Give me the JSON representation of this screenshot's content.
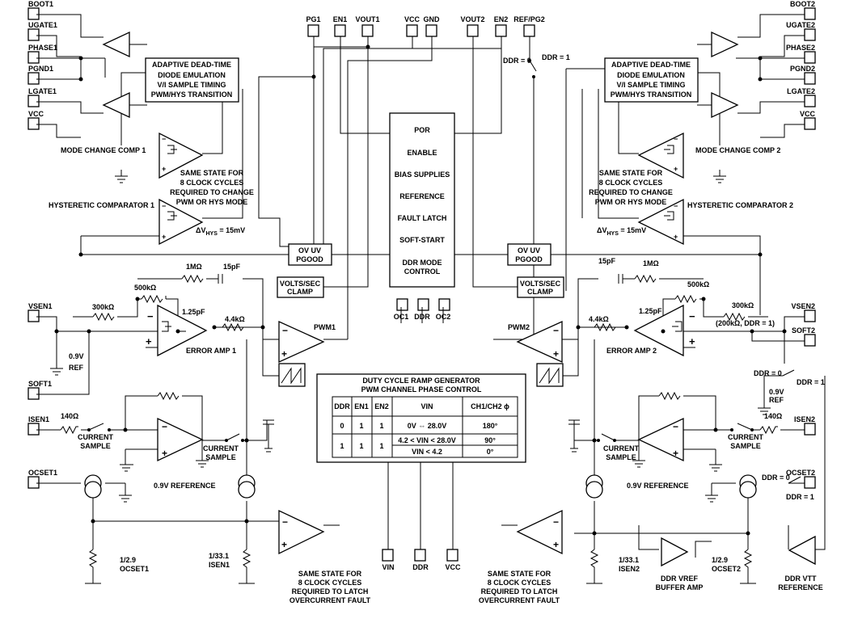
{
  "pins": {
    "boot1": "BOOT1",
    "ugate1": "UGATE1",
    "phase1": "PHASE1",
    "pgnd1": "PGND1",
    "lgate1": "LGATE1",
    "vcc_l": "VCC",
    "vsen1": "VSEN1",
    "soft1": "SOFT1",
    "isen1": "ISEN1",
    "ocset1": "OCSET1",
    "boot2": "BOOT2",
    "ugate2": "UGATE2",
    "phase2": "PHASE2",
    "pgnd2": "PGND2",
    "lgate2": "LGATE2",
    "vcc_r": "VCC",
    "vsen2": "VSEN2",
    "soft2": "SOFT2",
    "isen2": "ISEN2",
    "ocset2": "OCSET2",
    "pg1": "PG1",
    "en1": "EN1",
    "vout1": "VOUT1",
    "vcc_t": "VCC",
    "gnd": "GND",
    "vout2": "VOUT2",
    "en2": "EN2",
    "refpg2": "REF/PG2",
    "oc1": "OC1",
    "ddr": "DDR",
    "oc2": "OC2",
    "vin_b": "VIN",
    "ddr_b": "DDR",
    "vcc_b": "VCC"
  },
  "deadtime_block": [
    "ADAPTIVE DEAD-TIME",
    "DIODE EMULATION",
    "V/I SAMPLE TIMING",
    "PWM/HYS TRANSITION"
  ],
  "center_block": [
    "POR",
    "ENABLE",
    "BIAS SUPPLIES",
    "REFERENCE",
    "FAULT LATCH",
    "SOFT-START",
    "DDR MODE",
    "CONTROL"
  ],
  "ovuv": [
    "OV UV",
    "PGOOD"
  ],
  "clamp": [
    "VOLTS/SEC",
    "CLAMP"
  ],
  "labels": {
    "mode_comp1": "MODE CHANGE COMP 1",
    "mode_comp2": "MODE CHANGE COMP 2",
    "same_state_mode": [
      "SAME STATE FOR",
      "8 CLOCK CYCLES",
      "REQUIRED TO CHANGE",
      "PWM OR HYS MODE"
    ],
    "hyst1": "HYSTERETIC COMPARATOR 1",
    "hyst2": "HYSTERETIC COMPARATOR 2",
    "dvhys_a": "ΔV",
    "dvhys_sub": "HYS",
    "dvhys_b": " = 15mV",
    "err1": "ERROR AMP 1",
    "err2": "ERROR AMP 2",
    "pwm1": "PWM1",
    "pwm2": "PWM2",
    "r1m": "1MΩ",
    "c15p": "15pF",
    "r500k": "500kΩ",
    "r300k": "300kΩ",
    "c125p": "1.25pF",
    "r44k": "4.4kΩ",
    "r300k_note": "(200kΩ, DDR = 1)",
    "ref09": "0.9V",
    "ref": "REF",
    "r140": "140Ω",
    "current_sample": [
      "CURRENT",
      "SAMPLE"
    ],
    "ref09_long": "0.9V REFERENCE",
    "div_ocset": [
      "1/2.9",
      "OCSET1"
    ],
    "div_ocset2": [
      "1/2.9",
      "OCSET2"
    ],
    "div_isen1": [
      "1/33.1",
      "ISEN1"
    ],
    "div_isen2": [
      "1/33.1",
      "ISEN2"
    ],
    "same_state_oc": [
      "SAME STATE FOR",
      "8 CLOCK CYCLES",
      "REQUIRED TO LATCH",
      "OVERCURRENT FAULT"
    ],
    "ddr0": "DDR = 0",
    "ddr1": "DDR = 1",
    "ddr_vref": [
      "DDR VREF",
      "BUFFER AMP"
    ],
    "ddr_vtt": [
      "DDR VTT",
      "REFERENCE"
    ]
  },
  "ramp_table": {
    "title": [
      "DUTY CYCLE RAMP GENERATOR",
      "PWM CHANNEL PHASE CONTROL"
    ],
    "headers": [
      "DDR",
      "EN1",
      "EN2",
      "VIN",
      "CH1/CH2 ϕ"
    ],
    "rows": [
      [
        "0",
        "1",
        "1",
        "0V ⇔ 28.0V",
        "180°"
      ],
      [
        "1",
        "1",
        "1",
        "4.2 < VIN < 28.0V",
        "90°"
      ],
      [
        "",
        "",
        "",
        "VIN < 4.2",
        "0°"
      ]
    ]
  }
}
